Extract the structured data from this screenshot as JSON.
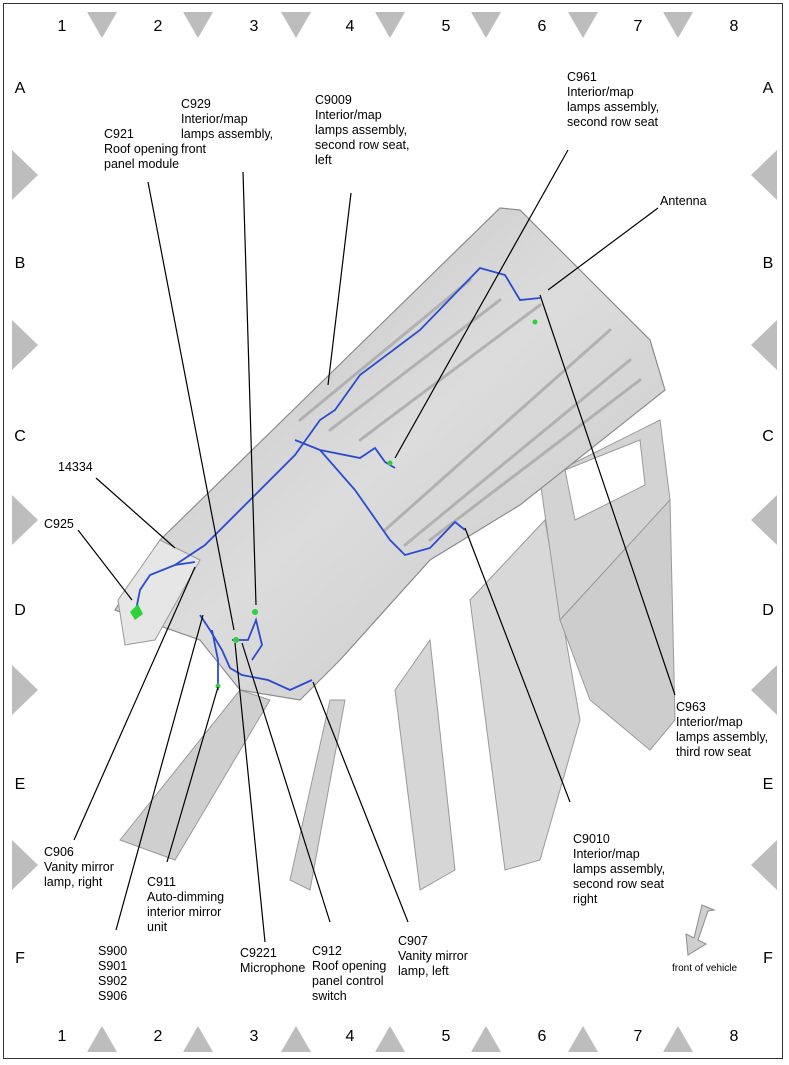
{
  "grid": {
    "columns": [
      "1",
      "2",
      "3",
      "4",
      "5",
      "6",
      "7",
      "8"
    ],
    "rows": [
      "A",
      "B",
      "C",
      "D",
      "E",
      "F"
    ]
  },
  "callouts": {
    "c921": {
      "id": "C921",
      "desc": [
        "Roof opening",
        "panel module"
      ]
    },
    "c929": {
      "id": "C929",
      "desc": [
        "Interior/map",
        "lamps assembly,",
        "front"
      ]
    },
    "c9009": {
      "id": "C9009",
      "desc": [
        "Interior/map",
        "lamps assembly,",
        "second row seat,",
        "left"
      ]
    },
    "c961": {
      "id": "C961",
      "desc": [
        "Interior/map",
        "lamps assembly,",
        "second row seat"
      ]
    },
    "antenna": {
      "id": "Antenna"
    },
    "n14334": {
      "id": "14334"
    },
    "c925": {
      "id": "C925"
    },
    "c963": {
      "id": "C963",
      "desc": [
        "Interior/map",
        "lamps assembly,",
        "third row seat"
      ]
    },
    "c9010": {
      "id": "C9010",
      "desc": [
        "Interior/map",
        "lamps assembly,",
        "second row seat",
        "right"
      ]
    },
    "c906": {
      "id": "C906",
      "desc": [
        "Vanity mirror",
        "lamp, right"
      ]
    },
    "c911": {
      "id": "C911",
      "desc": [
        "Auto-dimming",
        "interior mirror",
        "unit"
      ]
    },
    "splices": {
      "ids": [
        "S900",
        "S901",
        "S902",
        "S906"
      ]
    },
    "c9221": {
      "id": "C9221",
      "desc": [
        "Microphone"
      ]
    },
    "c912": {
      "id": "C912",
      "desc": [
        "Roof opening",
        "panel control",
        "switch"
      ]
    },
    "c907": {
      "id": "C907",
      "desc": [
        "Vanity mirror",
        "lamp, left"
      ]
    }
  },
  "front_of_vehicle": "front of vehicle",
  "colors": {
    "harness": "#2a4bd0",
    "connector": "#2fd13a",
    "marker": "#bdbdbd",
    "body": "#d9d9d9"
  }
}
